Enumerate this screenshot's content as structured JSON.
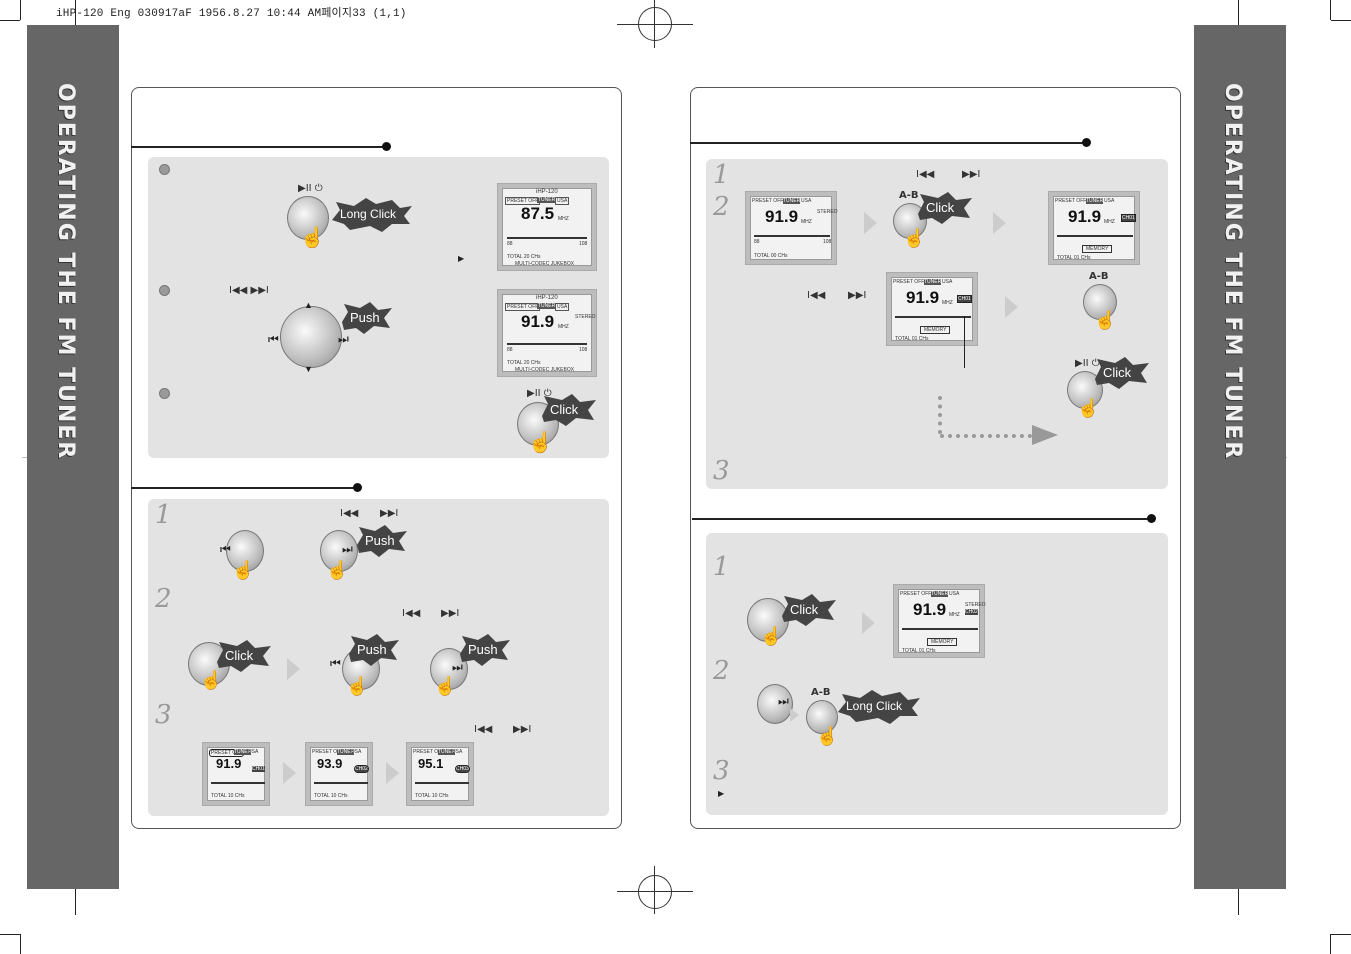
{
  "header_line": "iHP-120 Eng 030917aF  1956.8.27 10:44 AM페이지33 (1,1)",
  "side_title": "OPERATING THE FM TUNER",
  "bursts": {
    "long_click": "Long Click",
    "push": "Push",
    "click": "Click"
  },
  "buttons": {
    "play_power": "▶II ⏻",
    "prev_next": "I◀◀  ▶▶I",
    "ab": "A-B",
    "prev": "I◀◀",
    "next": "▶▶I"
  },
  "steps": {
    "one": "1",
    "two": "2",
    "three": "3"
  },
  "lcd": {
    "model": "iHP-120",
    "preset_off": "PRESET OFF",
    "tuner": "TUNER",
    "usa": "USA",
    "stereo": "STEREO",
    "mhz": "MHZ",
    "scale_lo": "88",
    "scale_hi": "108",
    "total_20": "TOTAL  20 CHs",
    "total_00": "TOTAL  00 CHs",
    "total_01": "TOTAL  01 CHs",
    "total_10": "TOTAL  10 CHs",
    "footer": "MULTI-CODEC JUKEBOX",
    "memory": "MEMORY",
    "ch01": "CH01",
    "ch02": "CH02",
    "ch03": "CH03",
    "f875": "87.5",
    "f919": "91.9",
    "f939": "93.9",
    "f951": "95.1"
  }
}
